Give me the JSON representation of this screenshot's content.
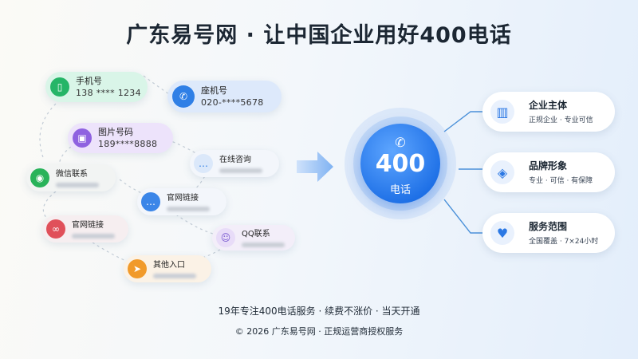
{
  "title": "广东易号网 · 让中国企业用好400电话",
  "sources": {
    "mobile": {
      "label": "手机号",
      "value": "138 **** 1234"
    },
    "landline": {
      "label": "座机号",
      "value": "020-****5678"
    },
    "image_number": {
      "label": "图片号码",
      "value": "189****8888"
    },
    "online_consult": {
      "label": "在线咨询"
    },
    "wechat": {
      "label": "微信联系"
    },
    "site_link_1": {
      "label": "官网链接"
    },
    "site_link_2": {
      "label": "官网链接"
    },
    "qq": {
      "label": "QQ联系"
    },
    "other": {
      "label": "其他入口"
    }
  },
  "hub": {
    "number": "400",
    "label": "电话"
  },
  "benefits": [
    {
      "title": "企业主体",
      "subtitle": "正规企业 · 专业可信",
      "icon": "building-icon"
    },
    {
      "title": "品牌形象",
      "subtitle": "专业 · 可信 · 有保障",
      "icon": "brand-tag-icon"
    },
    {
      "title": "服务范围",
      "subtitle": "全国覆盖 · 7×24小时",
      "icon": "handshake-icon"
    }
  ],
  "footer": {
    "line1": "19年专注400电话服务 · 续费不涨价 · 当天开通",
    "line2": "© 2026 广东易号网 · 正规运营商授权服务"
  },
  "colors": {
    "accent": "#2b78e4",
    "hub": "#1d6fe6"
  }
}
